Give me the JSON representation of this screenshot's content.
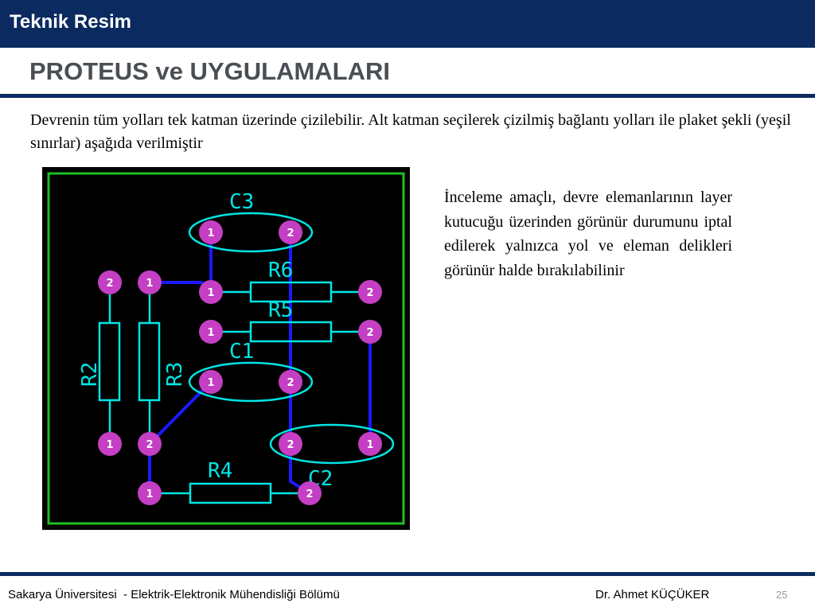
{
  "header": {
    "title": "Teknik Resim"
  },
  "slide": {
    "subtitle": "PROTEUS ve UYGULAMALARI",
    "intro": "Devrenin tüm yolları tek katman üzerinde çizilebilir. Alt katman seçilerek çizilmiş bağlantı yolları ile plaket şekli (yeşil sınırlar) aşağıda verilmiştir",
    "side_text": "İnceleme amaçlı, devre elemanlarının layer kutucuğu üzerinden görünür durumunu iptal edilerek yalnızca yol ve eleman delikleri görünür halde bırakılabilinir"
  },
  "pcb": {
    "colors": {
      "board": "#000000",
      "outline": "#1fbf1f",
      "track": "#1a1aff",
      "silk": "#00e5e5",
      "pad": "#c43fc4"
    },
    "components": [
      {
        "ref": "C3",
        "pins": [
          "1",
          "2"
        ]
      },
      {
        "ref": "R6",
        "pins": [
          "1",
          "2"
        ]
      },
      {
        "ref": "R5",
        "pins": [
          "1",
          "2"
        ]
      },
      {
        "ref": "C1",
        "pins": [
          "1",
          "2"
        ]
      },
      {
        "ref": "R2",
        "pins": [
          "1",
          "2"
        ]
      },
      {
        "ref": "R3",
        "pins": [
          "1",
          "2"
        ]
      },
      {
        "ref": "C2",
        "pins": [
          "2",
          "1"
        ]
      },
      {
        "ref": "R4",
        "pins": [
          "1",
          "2"
        ]
      }
    ]
  },
  "footer": {
    "institution": "Sakarya Üniversitesi  - Elektrik-Elektronik Mühendisliği Bölümü",
    "author": "Dr. Ahmet KÜÇÜKER",
    "page": "25"
  }
}
